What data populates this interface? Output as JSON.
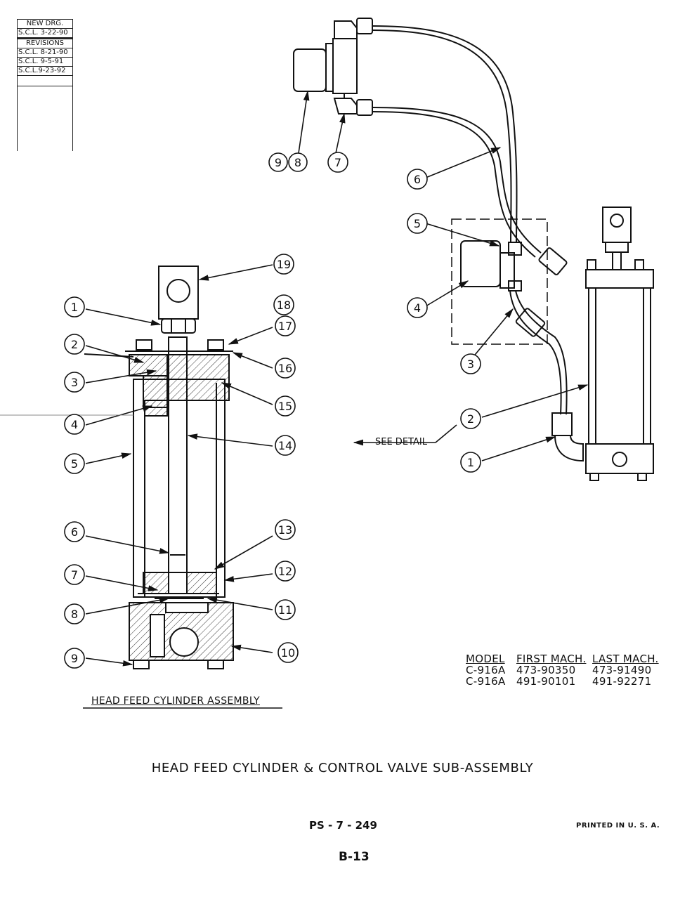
{
  "revision_block": {
    "new_drawing_label": "NEW DRG.",
    "new_drawing_entry": "S.C.L. 3-22-90",
    "revisions_label": "REVISIONS",
    "revisions": [
      "S.C.L. 8-21-90",
      "S.C.L. 9-5-91",
      "S.C.L.9-23-92"
    ]
  },
  "left_assembly": {
    "title": "HEAD FEED CYLINDER ASSEMBLY",
    "callouts": [
      "1",
      "2",
      "3",
      "4",
      "5",
      "6",
      "7",
      "8",
      "9",
      "10",
      "11",
      "12",
      "13",
      "14",
      "15",
      "16",
      "17",
      "18",
      "19"
    ]
  },
  "right_assembly": {
    "callouts": [
      "1",
      "2",
      "3",
      "4",
      "5",
      "6",
      "7",
      "8",
      "9"
    ],
    "see_detail": "SEE DETAIL"
  },
  "model_table": {
    "headers": [
      "MODEL",
      "FIRST MACH.",
      "LAST MACH."
    ],
    "rows": [
      [
        "C-916A",
        "473-90350",
        "473-91490"
      ],
      [
        "C-916A",
        "491-90101",
        "491-92271"
      ]
    ]
  },
  "main_title": "HEAD FEED CYLINDER & CONTROL VALVE SUB-ASSEMBLY",
  "page_code": "PS - 7 - 249",
  "printed_note": "PRINTED IN U. S. A.",
  "page_label": "B-13"
}
